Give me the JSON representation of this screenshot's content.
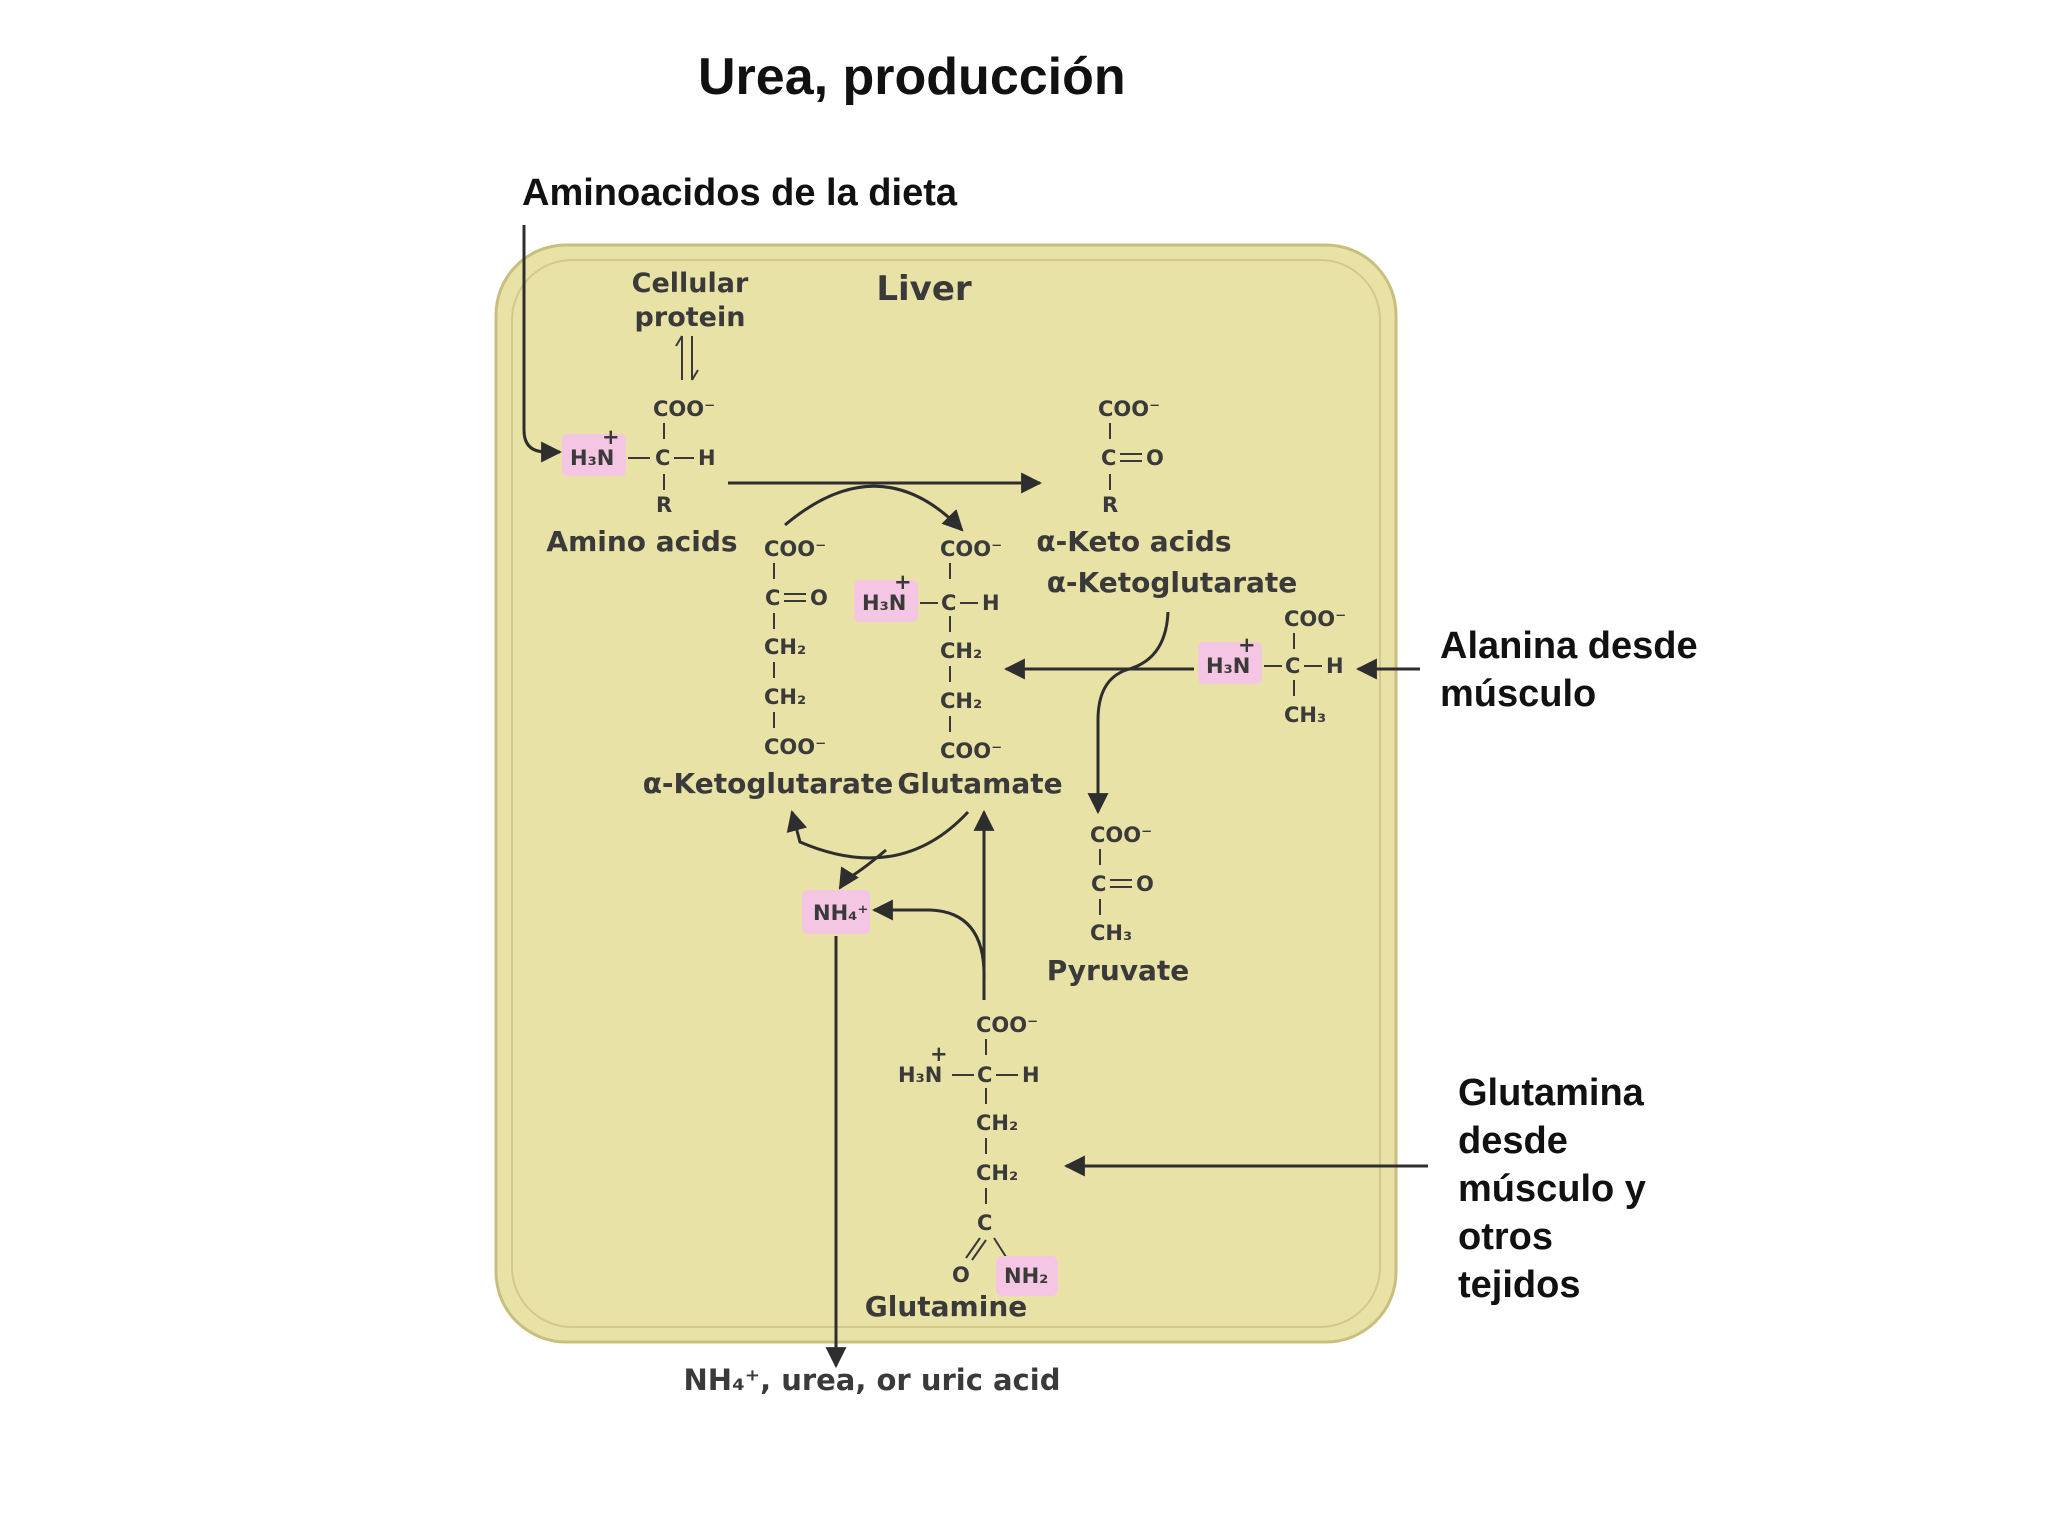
{
  "slide": {
    "title": "Urea, producción",
    "label_diet": "Aminoacidos de la dieta",
    "label_alanine": [
      "Alanina desde",
      "músculo"
    ],
    "label_glutamine": [
      "Glutamina",
      "desde",
      "músculo y",
      "otros",
      "tejidos"
    ]
  },
  "figure": {
    "liver": "Liver",
    "cellular_protein": [
      "Cellular",
      "protein"
    ],
    "amino_acids": "Amino acids",
    "keto_acids": "α-Keto acids",
    "ketoglutarate_right": "α-Ketoglutarate",
    "ketoglutarate_left": "α-Ketoglutarate",
    "glutamate": "Glutamate",
    "pyruvate": "Pyruvate",
    "glutamine": "Glutamine",
    "output": "NH₄⁺, urea, or uric acid",
    "nh4": "NH₄⁺",
    "nh2": "NH₂"
  },
  "colors": {
    "liver_fill": "#e8e2a6",
    "liver_border": "#c9bf7d",
    "highlight": "#f4c6e3"
  }
}
